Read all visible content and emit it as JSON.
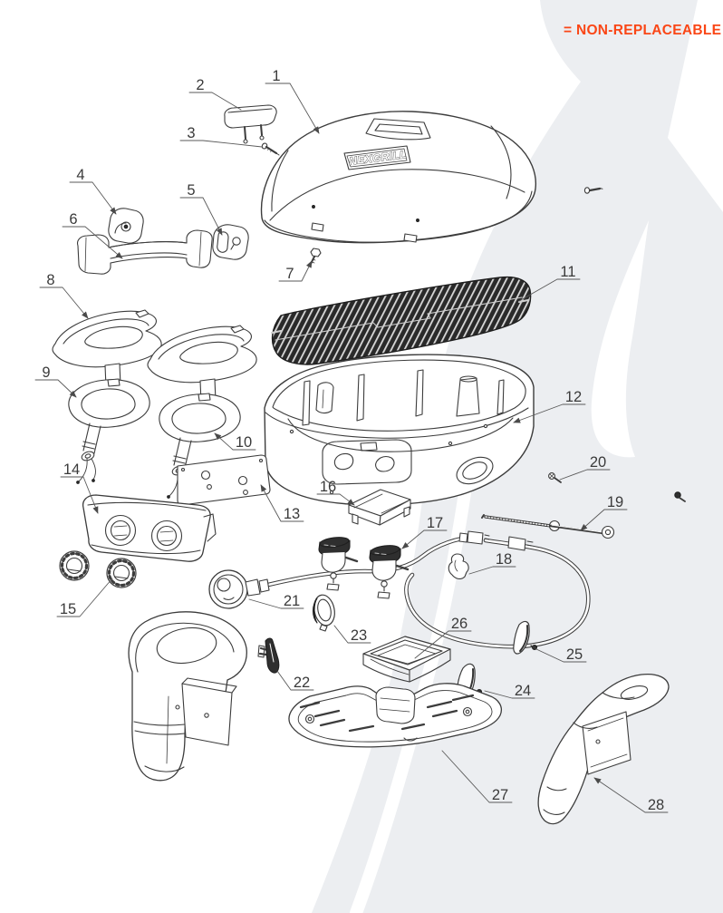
{
  "legend": {
    "text": "= NON-REPLACEABLE",
    "dot_color": "#FA4616",
    "text_color": "#FA4616"
  },
  "brand": {
    "logo_text": "NEXGRILL"
  },
  "parts": [
    "1",
    "2",
    "3",
    "4",
    "5",
    "6",
    "7",
    "8",
    "9",
    "10",
    "11",
    "12",
    "13",
    "14",
    "15",
    "16",
    "17",
    "18",
    "19",
    "20",
    "21",
    "22",
    "23",
    "24",
    "25",
    "26",
    "27",
    "28"
  ],
  "colors": {
    "line": "#3c3c3c",
    "grate_fill": "#262626",
    "background_flame": "#ECEEF1"
  }
}
